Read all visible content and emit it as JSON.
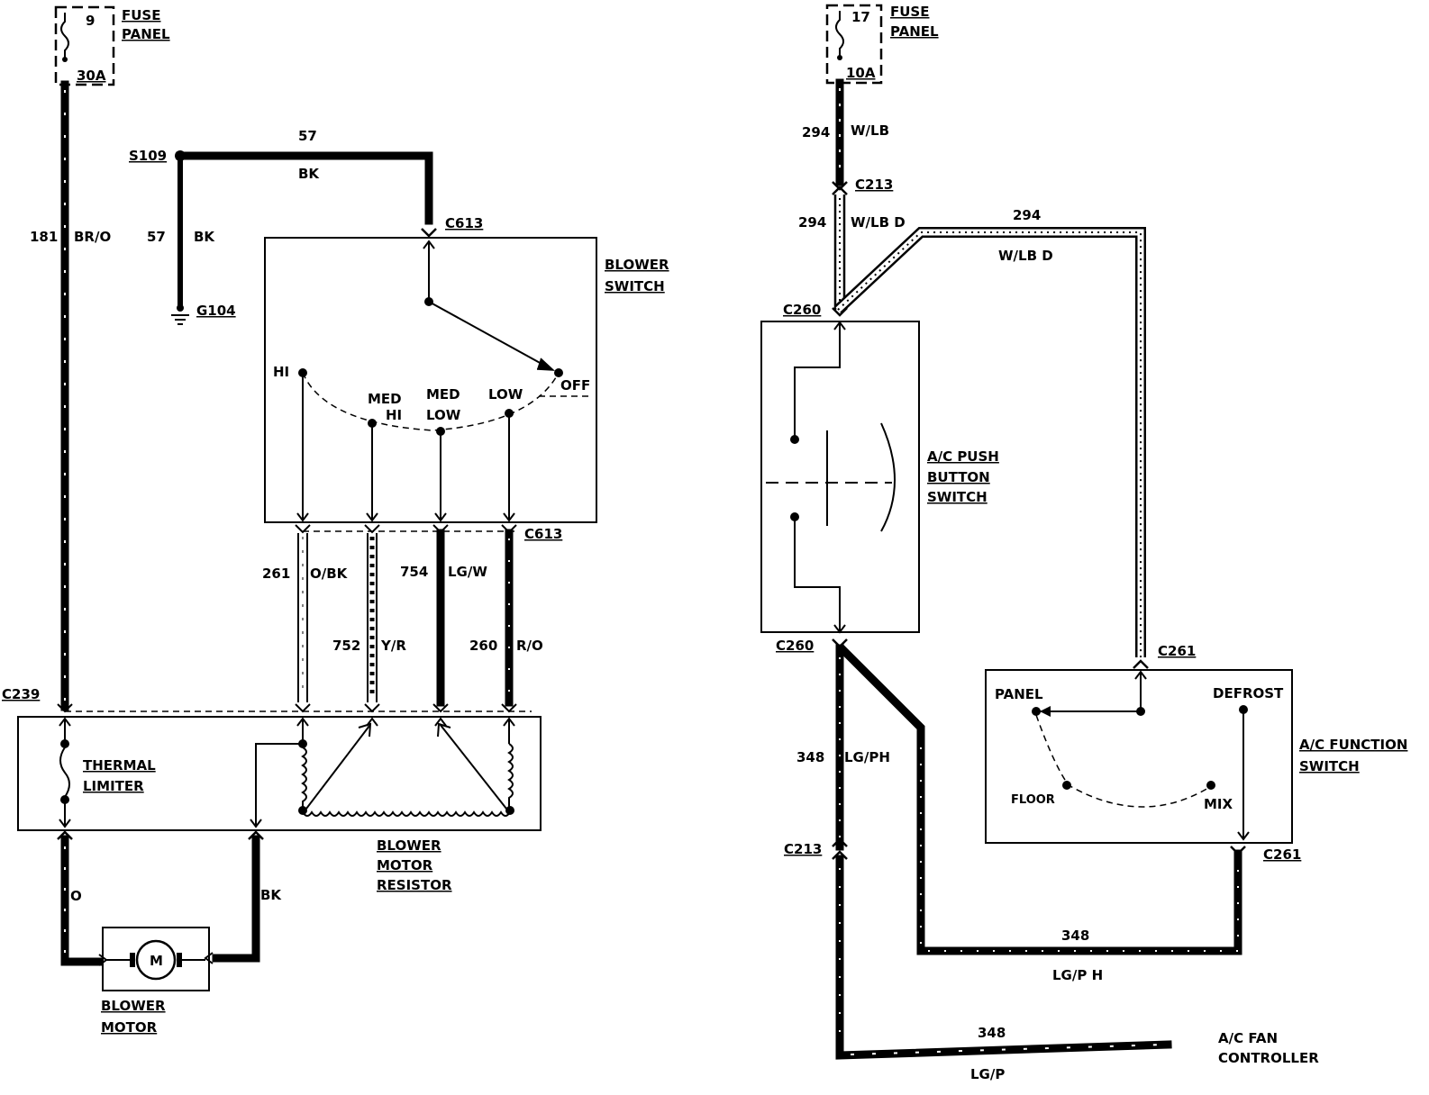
{
  "fuse_left": {
    "number": "9",
    "rating": "30A",
    "label_line1": "FUSE",
    "label_line2": "PANEL"
  },
  "fuse_right": {
    "number": "17",
    "rating": "10A",
    "label_line1": "FUSE",
    "label_line2": "PANEL"
  },
  "splices": {
    "s109": "S109",
    "g104": "G104"
  },
  "connectors": {
    "c613_top": "C613",
    "c613_bottom": "C613",
    "c239": "C239",
    "c213_top": "C213",
    "c213_bottom": "C213",
    "c260_top": "C260",
    "c260_bottom": "C260",
    "c261_top": "C261",
    "c261_bottom": "C261"
  },
  "wires": {
    "w181": {
      "circuit": "181",
      "color": "BR/O"
    },
    "w57_top": {
      "circuit": "57",
      "color": "BK"
    },
    "w57_side": {
      "circuit": "57",
      "color": "BK"
    },
    "w261": {
      "circuit": "261",
      "color": "O/BK"
    },
    "w752": {
      "circuit": "752",
      "color": "Y/R"
    },
    "w754": {
      "circuit": "754",
      "color": "LG/W"
    },
    "w260": {
      "circuit": "260",
      "color": "R/O"
    },
    "w_o": {
      "color": "O"
    },
    "w_bk": {
      "color": "BK"
    },
    "w294_a": {
      "circuit": "294",
      "color": "W/LB"
    },
    "w294_b": {
      "circuit": "294",
      "color": "W/LB D"
    },
    "w294_c": {
      "circuit": "294",
      "color": "W/LB D"
    },
    "w348_a": {
      "circuit": "348",
      "color": "LG/PH"
    },
    "w348_b": {
      "circuit": "348",
      "color": "LG/P H"
    },
    "w348_c": {
      "circuit": "348",
      "color": "LG/P"
    }
  },
  "blower_switch": {
    "label_line1": "BLOWER",
    "label_line2": "SWITCH",
    "positions": {
      "hi": "HI",
      "med_hi_1": "MED",
      "med_hi_2": "HI",
      "med_low_1": "MED",
      "med_low_2": "LOW",
      "low": "LOW",
      "off": "OFF"
    }
  },
  "thermal_limiter": {
    "label_line1": "THERMAL",
    "label_line2": "LIMITER"
  },
  "resistor": {
    "label_line1": "BLOWER",
    "label_line2": "MOTOR",
    "label_line3": "RESISTOR"
  },
  "motor": {
    "symbol": "M",
    "label_line1": "BLOWER",
    "label_line2": "MOTOR"
  },
  "ac_push": {
    "label_line1": "A/C PUSH",
    "label_line2": "BUTTON",
    "label_line3": "SWITCH"
  },
  "ac_function": {
    "label_line1": "A/C FUNCTION",
    "label_line2": "SWITCH",
    "positions": {
      "panel": "PANEL",
      "defrost": "DEFROST",
      "floor": "FLOOR",
      "mix": "MIX"
    }
  },
  "ac_fan": {
    "label_line1": "A/C FAN",
    "label_line2": "CONTROLLER"
  }
}
